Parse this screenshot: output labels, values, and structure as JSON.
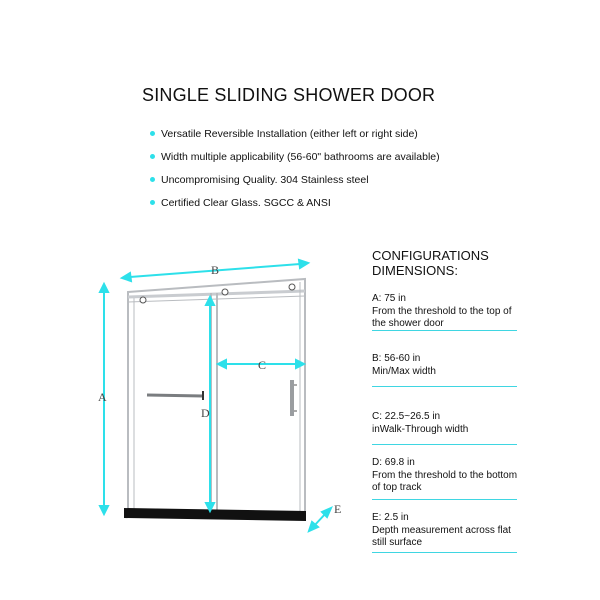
{
  "title": "SINGLE SLIDING SHOWER DOOR",
  "features": [
    "Versatile Reversible Installation (either left or right side)",
    "Width multiple applicability (56-60\" bathrooms are available)",
    "Uncompromising Quality. 304 Stainless steel",
    "Certified Clear Glass. SGCC & ANSI"
  ],
  "config": {
    "title_line1": "CONFIGURATIONS",
    "title_line2": "DIMENSIONS:"
  },
  "specs": [
    {
      "line1": "A: 75 in",
      "line2": "From the threshold to the top of",
      "line3": "the shower door"
    },
    {
      "line1": "B: 56-60 in",
      "line2": "Min/Max width",
      "line3": ""
    },
    {
      "line1": "C: 22.5~26.5 in",
      "line2": "inWalk-Through width",
      "line3": ""
    },
    {
      "line1": "D: 69.8 in",
      "line2": "From the threshold to the bottom",
      "line3": "of top track"
    },
    {
      "line1": "E: 2.5 in",
      "line2": "Depth measurement across flat",
      "line3": "still surface"
    }
  ],
  "diagram": {
    "label_a": "A",
    "label_b": "B",
    "label_c": "C",
    "label_d": "D",
    "label_e": "E",
    "accent_color": "#2de0ea",
    "frame_color": "#b9bcc0",
    "threshold_color": "#111111"
  }
}
